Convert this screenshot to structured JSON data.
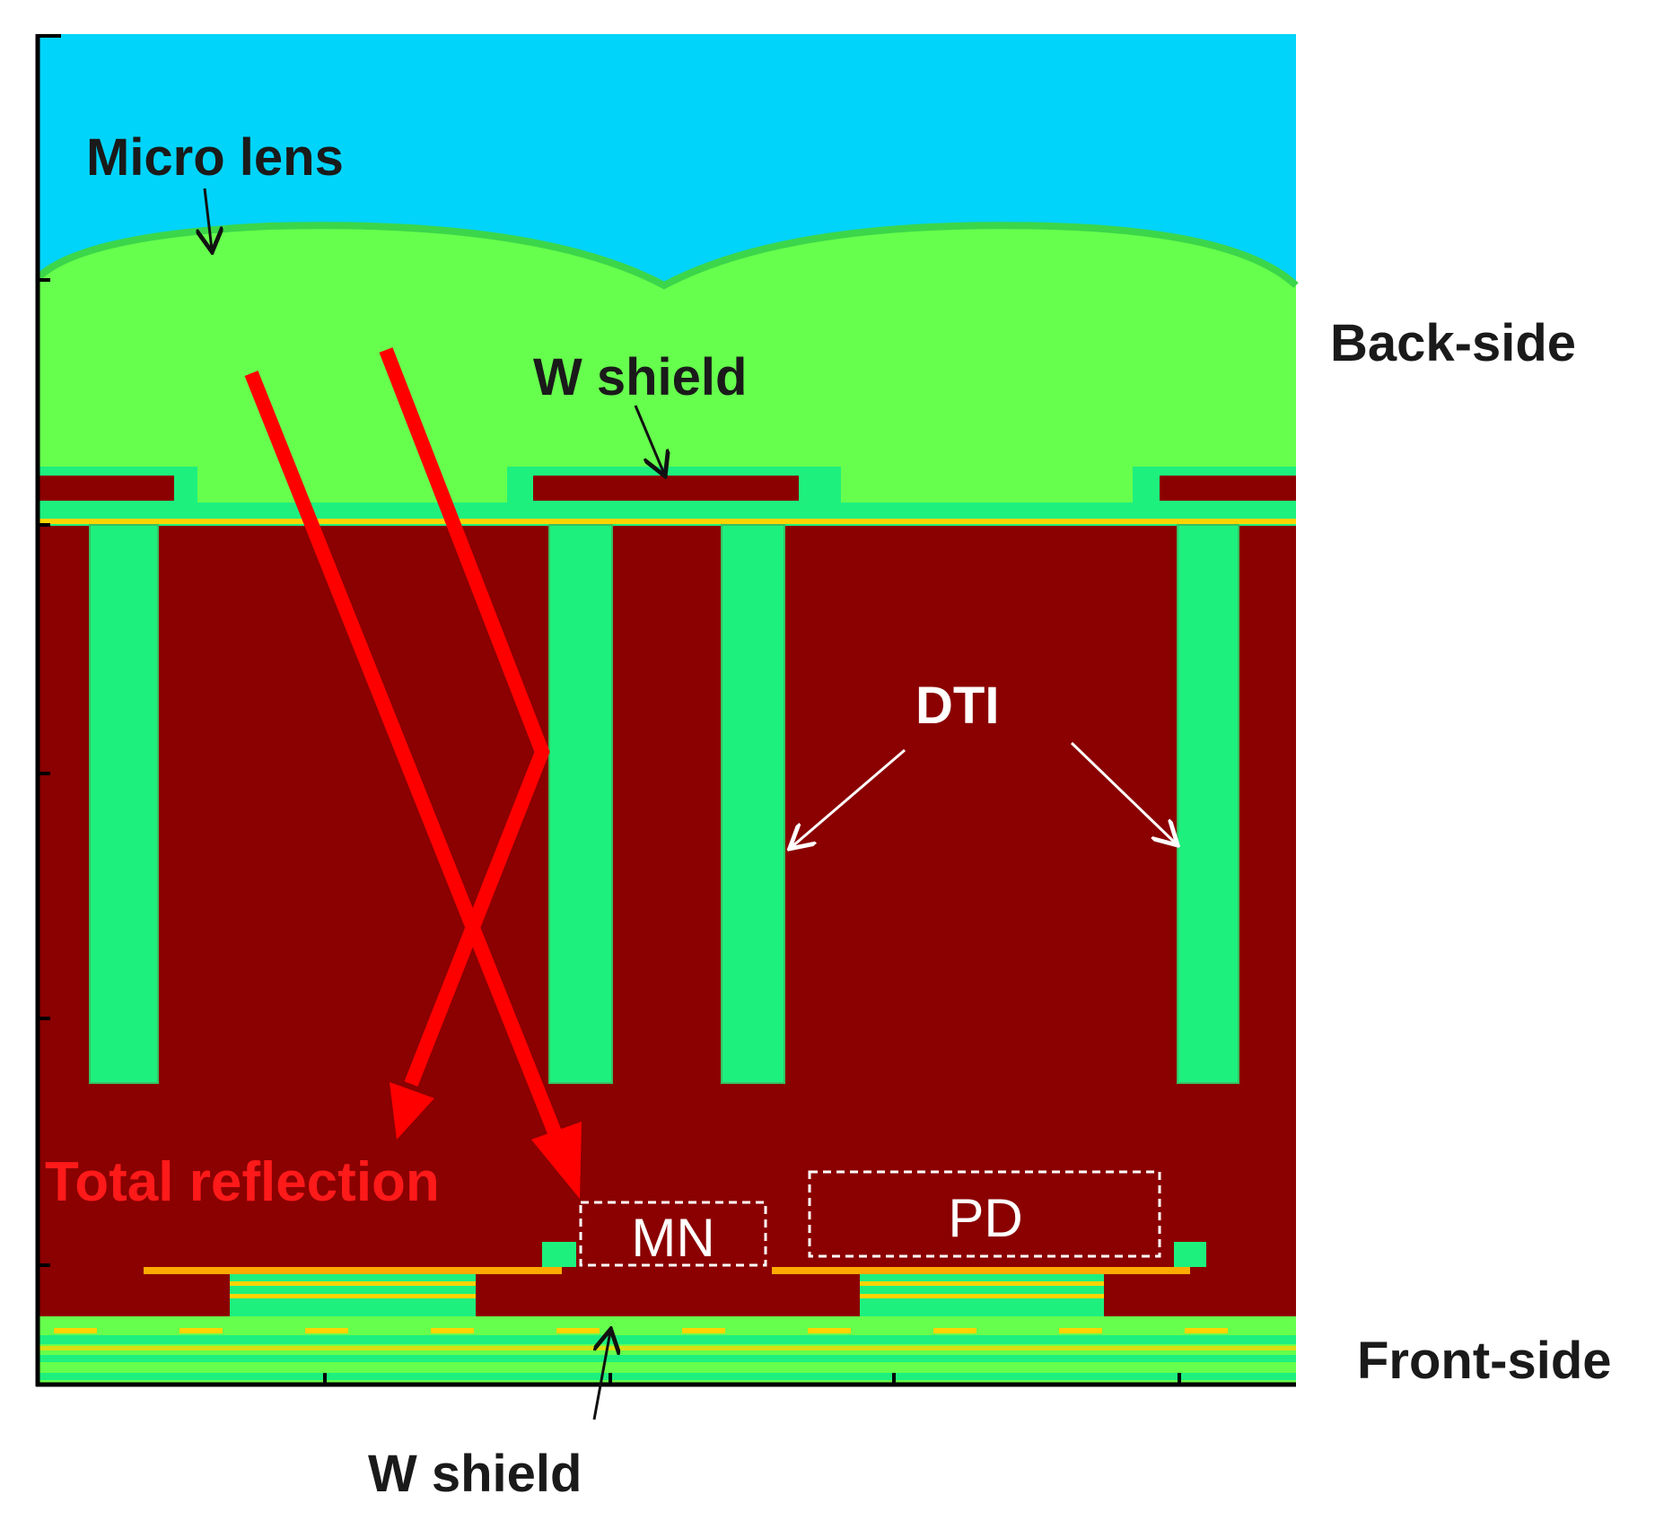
{
  "labels": {
    "micro_lens": "Micro lens",
    "w_shield_top": "W shield",
    "w_shield_bottom": "W shield",
    "back_side": "Back-side",
    "front_side": "Front-side",
    "dti": "DTI",
    "total_reflection": "Total reflection",
    "mn": "MN",
    "pd": "PD"
  },
  "colors": {
    "air": "#00d4fa",
    "lens_oxide": "#66ff4d",
    "silicon": "#8b0000",
    "dti_fill": "#1ef07e",
    "tungsten": "#8b0000",
    "metal_line": "#ffd400",
    "light_ray": "#ff0000",
    "pointer_dark": "#111111",
    "pointer_light": "#ffffff",
    "axis": "#000000"
  }
}
